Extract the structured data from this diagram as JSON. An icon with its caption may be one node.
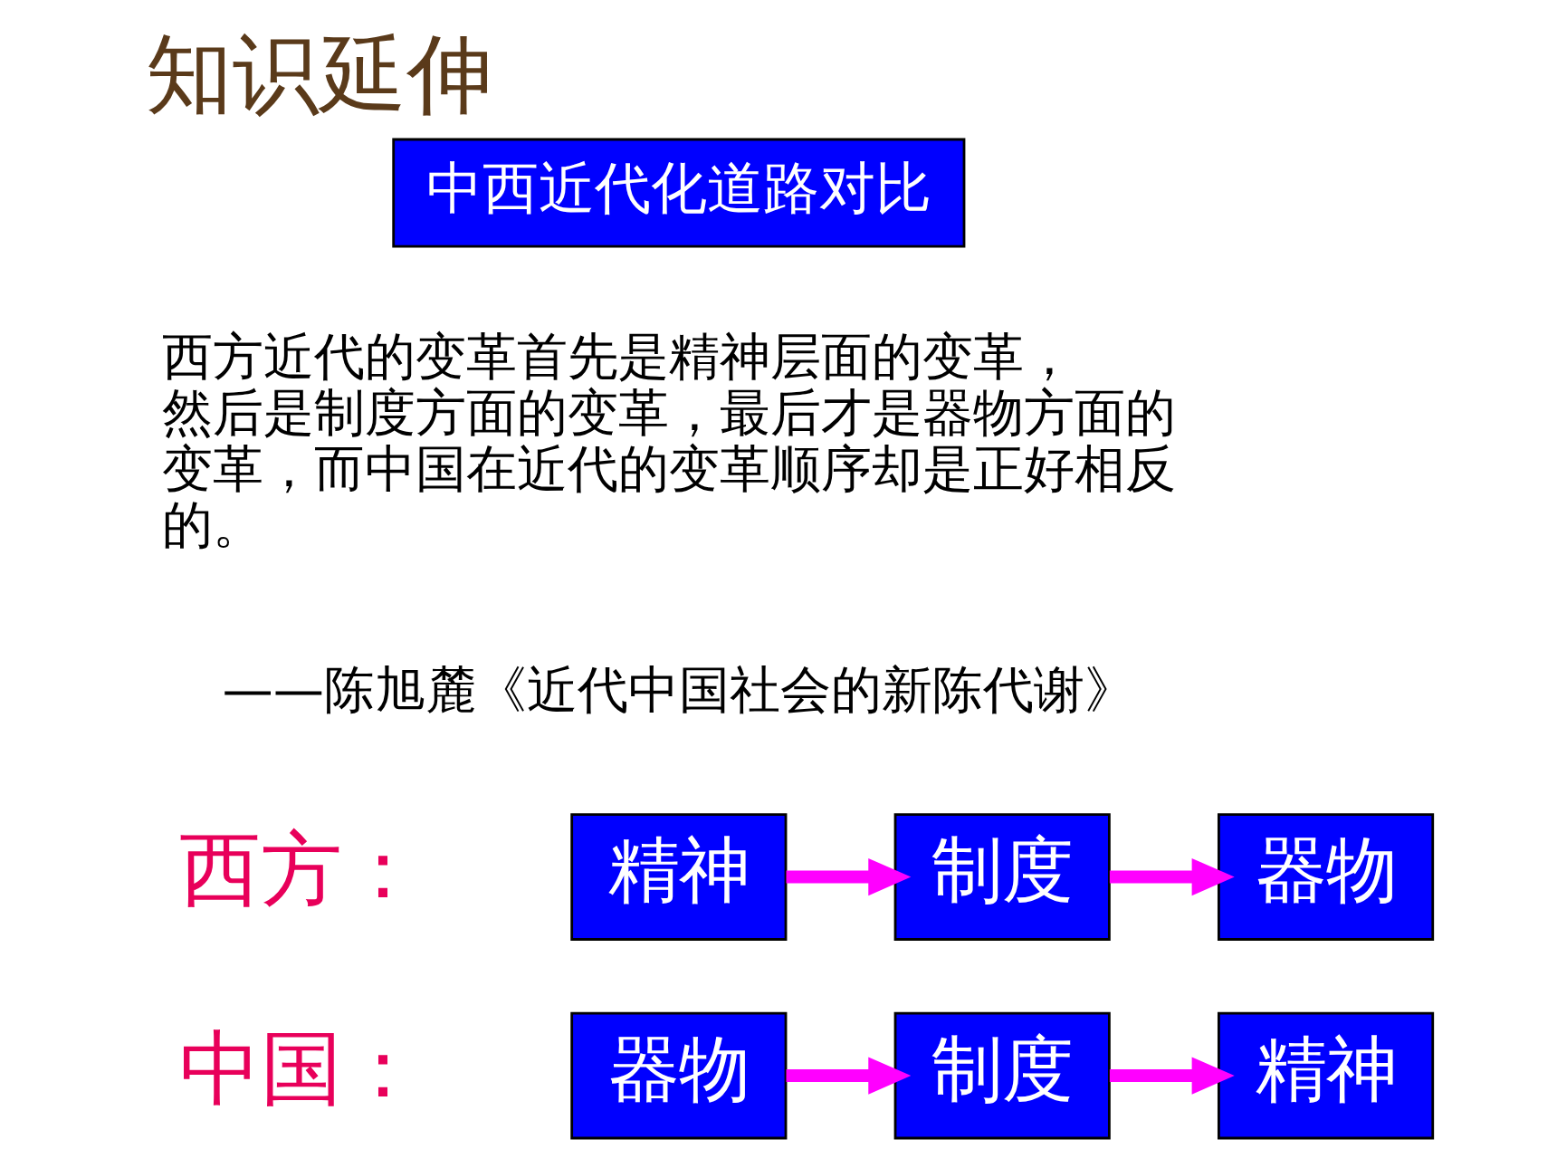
{
  "diagram": {
    "title": "知识延伸",
    "nodes": [
      {
        "text": [
          "中西近代化道路对比"
        ]
      },
      {
        "text": [
          "精神"
        ]
      },
      {
        "text": [
          "制度"
        ]
      },
      {
        "text": [
          "器物"
        ]
      },
      {
        "text": [
          "器物"
        ]
      },
      {
        "text": [
          "制度"
        ]
      },
      {
        "text": [
          "精神"
        ]
      }
    ],
    "edges": [
      {
        "from": 1,
        "to": 2,
        "arrow": "to"
      },
      {
        "from": 2,
        "to": 3,
        "arrow": "to"
      },
      {
        "from": 4,
        "to": 5,
        "arrow": "to"
      },
      {
        "from": 5,
        "to": 6,
        "arrow": "to"
      }
    ],
    "labels": [
      "西方近代的变革首先是精神层面的变革，然后是制度方面的变革，最后才是器物方面的变革，而中国在近代的变革顺序却是正好相反的。",
      "——陈旭麓《近代中国社会的新陈代谢》",
      "西方：",
      "中国："
    ]
  }
}
